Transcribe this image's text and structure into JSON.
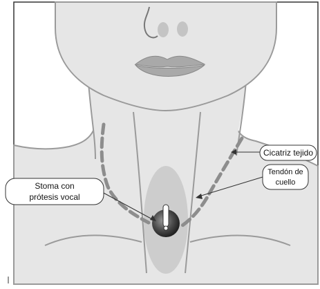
{
  "labels": {
    "scar": "Cicatriz tejido",
    "tendon_line1": "Tendón de",
    "tendon_line2": "cuello",
    "stoma_line1": "Stoma con",
    "stoma_line2": "prótesis vocal"
  },
  "colors": {
    "skin": "#e6e6e6",
    "outline": "#9a9a9a",
    "dark_outline": "#333333",
    "nostril": "#c4c4c4",
    "lips": "#a9a9a9",
    "trachea": "#cdcdcd",
    "dashes": "#8d8d8d",
    "stoma": "#4a4a4a"
  }
}
